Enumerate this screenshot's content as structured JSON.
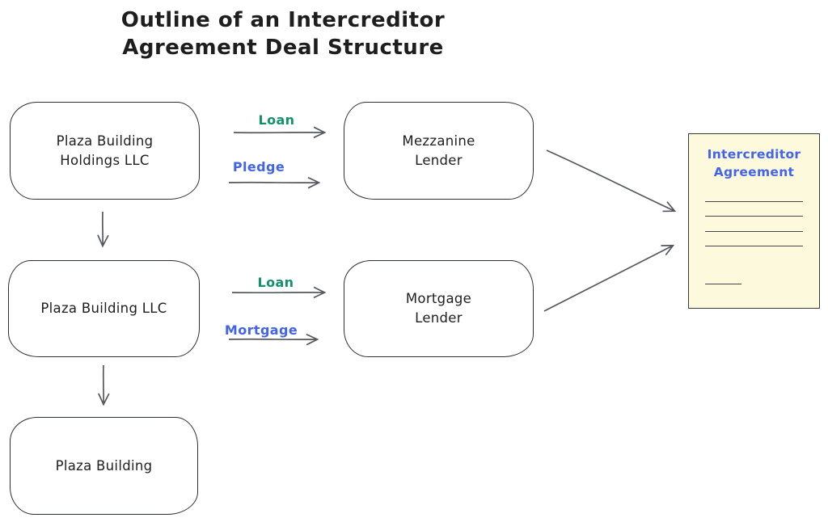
{
  "title": "Outline of an Intercreditor\nAgreement Deal Structure",
  "nodes": {
    "plaza_holdings": "Plaza Building\nHoldings LLC",
    "mezzanine_lender": "Mezzanine\nLender",
    "plaza_llc": "Plaza Building LLC",
    "mortgage_lender": "Mortgage\nLender",
    "plaza_building": "Plaza Building"
  },
  "edges": {
    "mezzanine_loan_label": "Loan",
    "pledge_label": "Pledge",
    "mortgage_loan_label": "Loan",
    "mortgage_label": "Mortgage"
  },
  "document": {
    "title": "Intercreditor\nAgreement"
  },
  "colors": {
    "stroke": "#2c2f33",
    "arrow": "#54595f",
    "loan_label": "#12926b",
    "pledge_label": "#4263eb",
    "doc_fill": "#fcf9dd",
    "doc_title": "#4263eb",
    "doc_line": "#43474d",
    "text": "#1e1e1e"
  }
}
